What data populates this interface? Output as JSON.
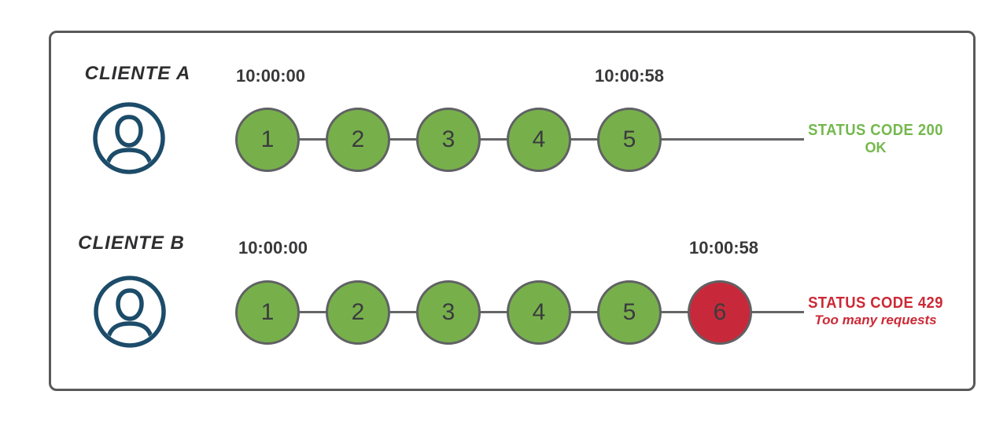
{
  "rows": [
    {
      "client_label": "CLIENTE A",
      "start_time": "10:00:00",
      "end_time": "10:00:58",
      "requests": [
        {
          "n": "1",
          "status": "ok"
        },
        {
          "n": "2",
          "status": "ok"
        },
        {
          "n": "3",
          "status": "ok"
        },
        {
          "n": "4",
          "status": "ok"
        },
        {
          "n": "5",
          "status": "ok"
        }
      ],
      "status_code_line": "STATUS CODE 200",
      "status_text_line": "OK"
    },
    {
      "client_label": "CLIENTE B",
      "start_time": "10:00:00",
      "end_time": "10:00:58",
      "requests": [
        {
          "n": "1",
          "status": "ok"
        },
        {
          "n": "2",
          "status": "ok"
        },
        {
          "n": "3",
          "status": "ok"
        },
        {
          "n": "4",
          "status": "ok"
        },
        {
          "n": "5",
          "status": "ok"
        },
        {
          "n": "6",
          "status": "blocked"
        }
      ],
      "status_code_line": "STATUS CODE 429",
      "status_text_line": "Too many requests"
    }
  ],
  "colors": {
    "request_ok_fill": "#77b04b",
    "request_blocked_fill": "#c8293a",
    "status_ok_text": "#74b84d",
    "status_blocked_text": "#cc2936",
    "connector_gray": "#646567",
    "frame_border": "#58595b",
    "user_icon_navy": "#1c4c69",
    "timestamp_text": "#39393b"
  },
  "icons": {
    "user_a": "user-icon",
    "user_b": "user-icon"
  }
}
